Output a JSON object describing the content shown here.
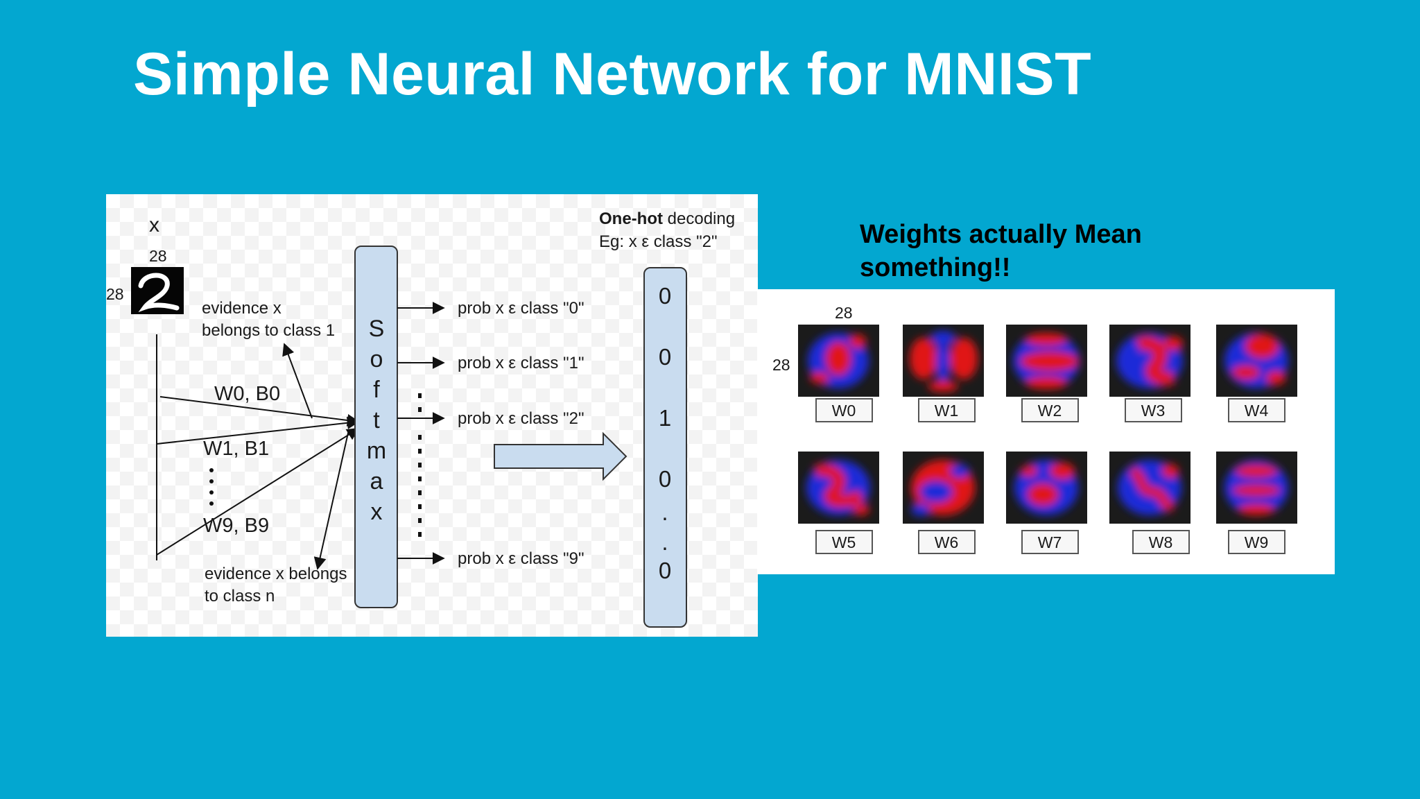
{
  "slide": {
    "title": "Simple Neural Network for MNIST"
  },
  "diagram": {
    "input_label": "x",
    "digit_width_label": "28",
    "digit_height_label": "28",
    "evidence_top": [
      "evidence x",
      "belongs to class 1"
    ],
    "evidence_bottom": [
      "evidence x belongs",
      "to class n"
    ],
    "weights_labels": [
      "W0, B0",
      "W1, B1",
      "W9, B9"
    ],
    "softmax_letters": [
      "S",
      "o",
      "f",
      "t",
      "m",
      "a",
      "x"
    ],
    "prob_labels": [
      "prob x ε class \"0\"",
      "prob x ε class \"1\"",
      "prob x ε class \"2\"",
      "prob x ε  class \"9\""
    ],
    "onehot_bold": "One-hot",
    "onehot_rest": " decoding",
    "onehot_example": "Eg: x ε class \"2\"",
    "onehot_values": [
      "0",
      "0",
      "1",
      "0",
      ".",
      ".",
      "0"
    ]
  },
  "weights": {
    "heading_line1": "Weights actually Mean",
    "heading_line2": "something!!",
    "size_top": "28",
    "size_side": "28",
    "labels": [
      "W0",
      "W1",
      "W2",
      "W3",
      "W4",
      "W5",
      "W6",
      "W7",
      "W8",
      "W9"
    ]
  },
  "colors": {
    "background": "#03a7d0",
    "softmax_fill": "#c9dcef",
    "weight_red": "#e01818",
    "weight_blue": "#1a2bd8"
  }
}
